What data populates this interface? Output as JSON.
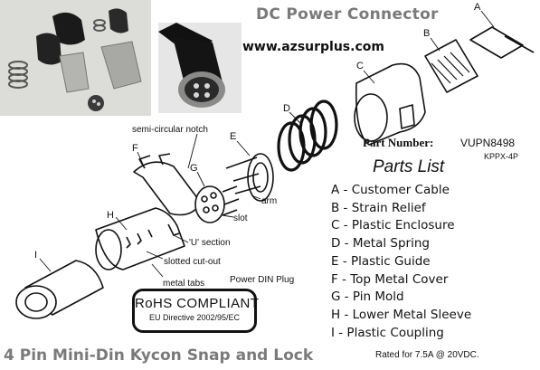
{
  "title": "DC Power Connector",
  "website": "www.azsurplus.com",
  "part_number": {
    "label": "Part Number:",
    "value": "VUPN8498",
    "alt": "KPPX-4P"
  },
  "parts_list": {
    "title": "Parts List",
    "items": [
      "A - Customer Cable",
      "B - Strain Relief",
      "C - Plastic Enclosure",
      "D - Metal Spring",
      "E - Plastic Guide",
      "F - Top Metal Cover",
      "G - Pin Mold",
      "H - Lower Metal Sleeve",
      "I - Plastic Coupling"
    ]
  },
  "callouts": {
    "letters": [
      "A",
      "B",
      "C",
      "D",
      "E",
      "F",
      "G",
      "H",
      "I"
    ],
    "semi_circular_notch": "semi-circular notch",
    "slot": "slot",
    "arm": "arm",
    "u_section": "'U' section",
    "slotted_cutout": "slotted cut-out",
    "metal_tabs": "metal tabs",
    "power_din": "Power DIN  Plug"
  },
  "rohs": {
    "main": "RoHS COMPLIANT",
    "sub": "EU Directive 2002/95/EC"
  },
  "bottom_title": "4 Pin Mini-Din Kycon Snap and Lock",
  "rating": "Rated for 7.5A @ 20VDC."
}
